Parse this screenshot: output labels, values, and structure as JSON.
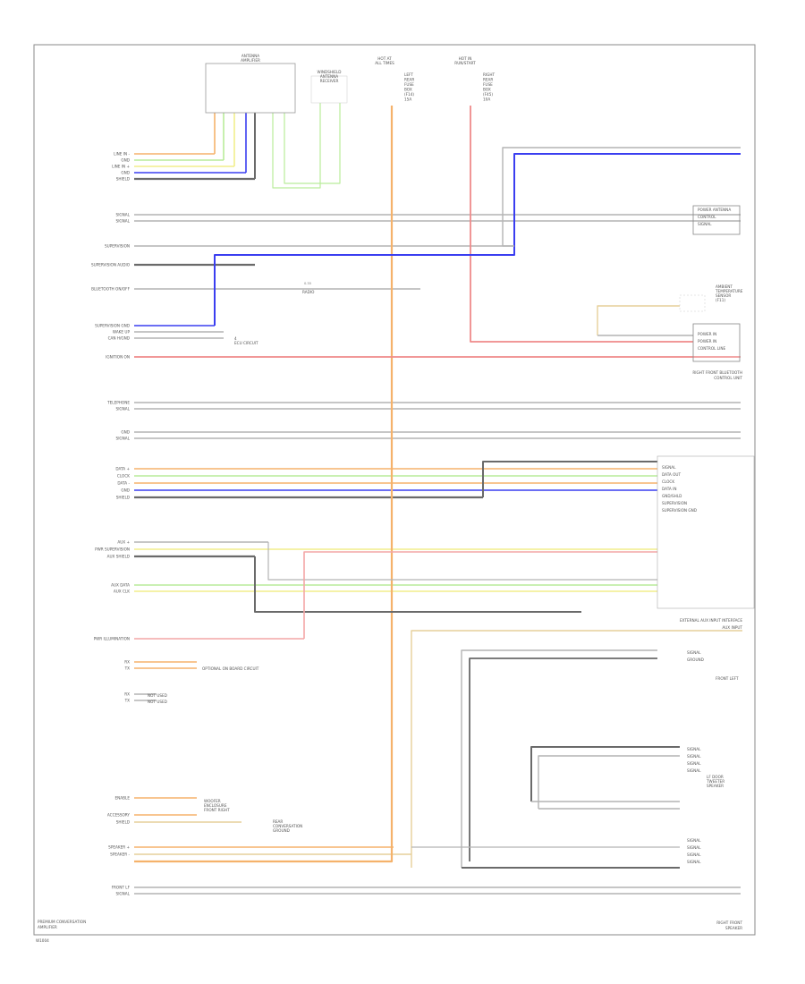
{
  "diagram": {
    "footer_code": "W1004",
    "colors": {
      "black": "#6a6a6a",
      "gray": "#b4b4b4",
      "orange": "#f5b26b",
      "yellow": "#f2ee8c",
      "green": "#b9ec9a",
      "blue": "#3a3ef0",
      "red": "#ef8a8a",
      "pink": "#f4a6a6",
      "tan": "#e6cf9a",
      "white": "#dcdcdc"
    },
    "header_labels": {
      "antenna_amp": [
        "ANTENNA",
        "AMPLIFIER"
      ],
      "windshield_receiver": [
        "WINDSHIELD",
        "ANTENNA",
        "RECEIVER"
      ],
      "fuse_left": [
        "HOT AT",
        "ALL TIMES"
      ],
      "fuse_left_desc": [
        "LEFT",
        "REAR",
        "FUSE",
        "BOX",
        "(F14)",
        "15A"
      ],
      "fuse_right": [
        "HOT IN",
        "RUN/START"
      ],
      "fuse_right_desc": [
        "RIGHT",
        "REAR",
        "FUSE",
        "BOX",
        "(F45)",
        "10A"
      ]
    },
    "left_labels": [
      "LINE IN -",
      "GND",
      "LINE IN +",
      "GND",
      "SHIELD",
      "SIGNAL",
      "SIGNAL",
      "SUPERVISION",
      "SUPERVISION AUDIO",
      "BLUETOOTH ON/OFF",
      "SUPERVISION GND",
      "WAKE UP",
      "CAN H/GND",
      "IGNITION ON",
      "TELEPHONE",
      "SIGNAL",
      "GND",
      "SIGNAL",
      "DATA +",
      "CLOCK",
      "DATA -",
      "GND",
      "SHIELD",
      "AUX +",
      "PWR SUPERVISION",
      "AUX SHIELD",
      "AUX DATA",
      "AUX CLK",
      "PWR ILLUMINATION",
      "RX",
      "TX",
      "RX",
      "TX",
      "ENABLE",
      "ACCESSORY",
      "SHIELD",
      "SPEAKER +",
      "SPEAKER -",
      "FRONT LF",
      "SIGNAL"
    ],
    "left_module": [
      "PREMIUM CONVERSATION",
      "AMPLIFIER"
    ],
    "right_labels": {
      "power_amp": [
        "POWER ANTENNA",
        "CONTROL",
        "SIGNAL"
      ],
      "ambient": [
        "AMBIENT",
        "TEMPERATURE",
        "SENSOR",
        "(F11)"
      ],
      "ctrl_unit_pins": [
        "POWER IN",
        "POWER IN",
        "CONTROL LINE"
      ],
      "ctrl_unit": [
        "RIGHT FRONT BLUETOOTH",
        "CONTROL UNIT"
      ],
      "cd_pins": [
        "SIGNAL",
        "DATA OUT",
        "CLOCK",
        "DATA IN",
        "GND/SHLD",
        "SUPERVISION",
        "SUPERVISION GND"
      ],
      "cd_unit": [
        "EXTERNAL AUX INPUT INTERFACE"
      ],
      "cd_unit_sub": "AUX INPUT",
      "front_left": [
        "SIGNAL",
        "GROUND"
      ],
      "front_left_name": "FRONT LEFT",
      "tweeter_pins": [
        "SIGNAL",
        "SIGNAL",
        "SIGNAL",
        "SIGNAL"
      ],
      "tweeter": [
        "LF DOOR",
        "TWEETER",
        "SPEAKER"
      ],
      "sub_pins": [
        "SIGNAL",
        "SIGNAL",
        "SIGNAL",
        "SIGNAL"
      ],
      "sub_name": [
        "RIGHT FRONT",
        "SPEAKER"
      ]
    },
    "notes": {
      "option": "OPTIONAL ON BOARD CIRCUIT",
      "radio": "RADIO",
      "not_used": [
        "NOT USED",
        "NOT USED"
      ],
      "sub_note": [
        "WOOFER",
        "ENCLOSURE",
        "FRONT RIGHT"
      ],
      "ground_note": [
        "REAR",
        "CONVERSATION",
        "GROUND"
      ],
      "fuse_note": [
        "4",
        "ECU CIRCUIT"
      ],
      "gauge": "0.35"
    }
  }
}
